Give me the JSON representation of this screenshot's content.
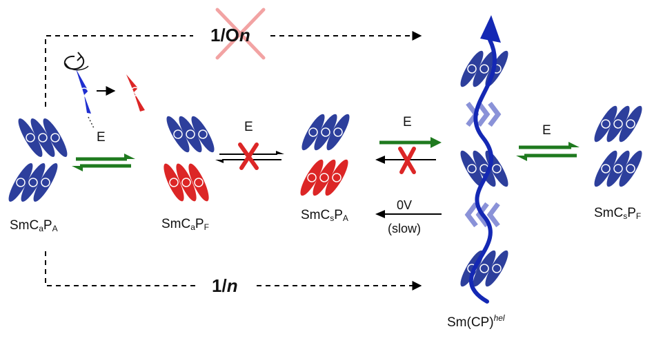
{
  "phases": {
    "smcapa": {
      "base": "SmC",
      "s1": "a",
      "mid": "P",
      "s2": "A"
    },
    "smcapf": {
      "base": "SmC",
      "s1": "a",
      "mid": "P",
      "s2": "F"
    },
    "smcspa": {
      "base": "SmC",
      "s1": "s",
      "mid": "P",
      "s2": "A"
    },
    "smcspf": {
      "base": "SmC",
      "s1": "s",
      "mid": "P",
      "s2": "F"
    },
    "helical": {
      "base": "Sm(CP)",
      "sup": "hel"
    }
  },
  "transitions": {
    "top_prefix": "1/O",
    "top_italic": "n",
    "bottom_prefix": "1/",
    "bottom_italic": "n",
    "field_label": "E",
    "relax_voltage": "0V",
    "relax_note": "(slow)"
  },
  "colors": {
    "anticlinic_blue": "#2d3f9c",
    "synclinic_red": "#dc2626",
    "field_green": "#1f7a1f",
    "helix_blue": "#1428b4",
    "helix_light": "#8a92d8",
    "cross_pink": "#f2a3a3"
  }
}
